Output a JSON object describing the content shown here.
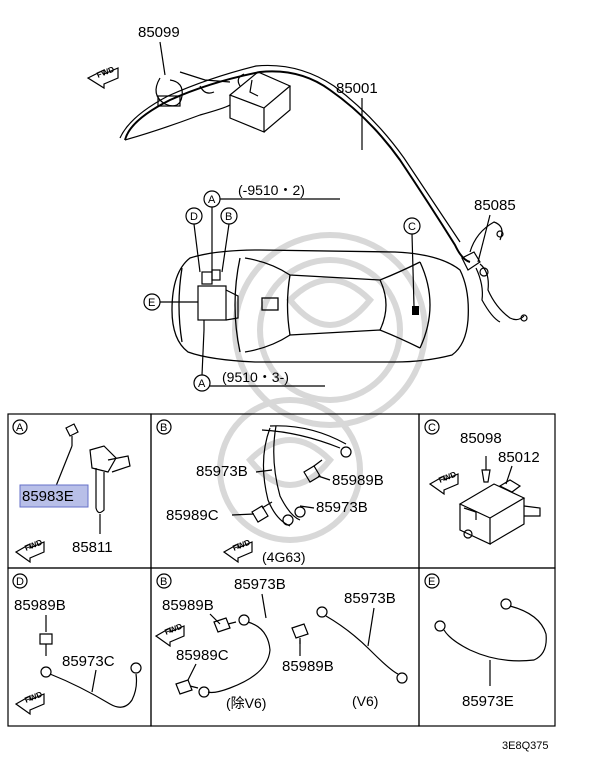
{
  "diagram_code": "3E8Q375",
  "fwd_text": "FWD",
  "top": {
    "labels": {
      "p85099": "85099",
      "p85001": "85001",
      "p85085": "85085"
    },
    "note_upper": "(-9510・2)",
    "note_lower": "(9510・3-)",
    "callouts": {
      "a_upper": "A",
      "b": "B",
      "c": "C",
      "d": "D",
      "e": "E",
      "a_lower": "A"
    }
  },
  "panels": {
    "a": {
      "tag": "A",
      "labels": {
        "p85983e": "85983E",
        "p85811": "85811"
      }
    },
    "b1": {
      "tag": "B",
      "labels": {
        "p85973b_1": "85973B",
        "p85989b": "85989B",
        "p85989c": "85989C",
        "p85973b_2": "85973B"
      },
      "engine": "(4G63)"
    },
    "c": {
      "tag": "C",
      "labels": {
        "p85098": "85098",
        "p85012": "85012"
      }
    },
    "d": {
      "tag": "D",
      "labels": {
        "p85989b": "85989B",
        "p85973c": "85973C"
      }
    },
    "b2": {
      "tag": "B",
      "labels": {
        "p85973b_1": "85973B",
        "p85989b_1": "85989B",
        "p85973b_2": "85973B",
        "p85989c": "85989C",
        "p85989b_2": "85989B"
      },
      "variant_excl": "(除V6)",
      "variant_v6": "(V6)"
    },
    "e": {
      "tag": "E",
      "labels": {
        "p85973e": "85973E"
      }
    }
  },
  "colors": {
    "highlight": "#b8bfe8",
    "highlight_border": "#6670c8",
    "watermark": "#d8d8d8"
  }
}
